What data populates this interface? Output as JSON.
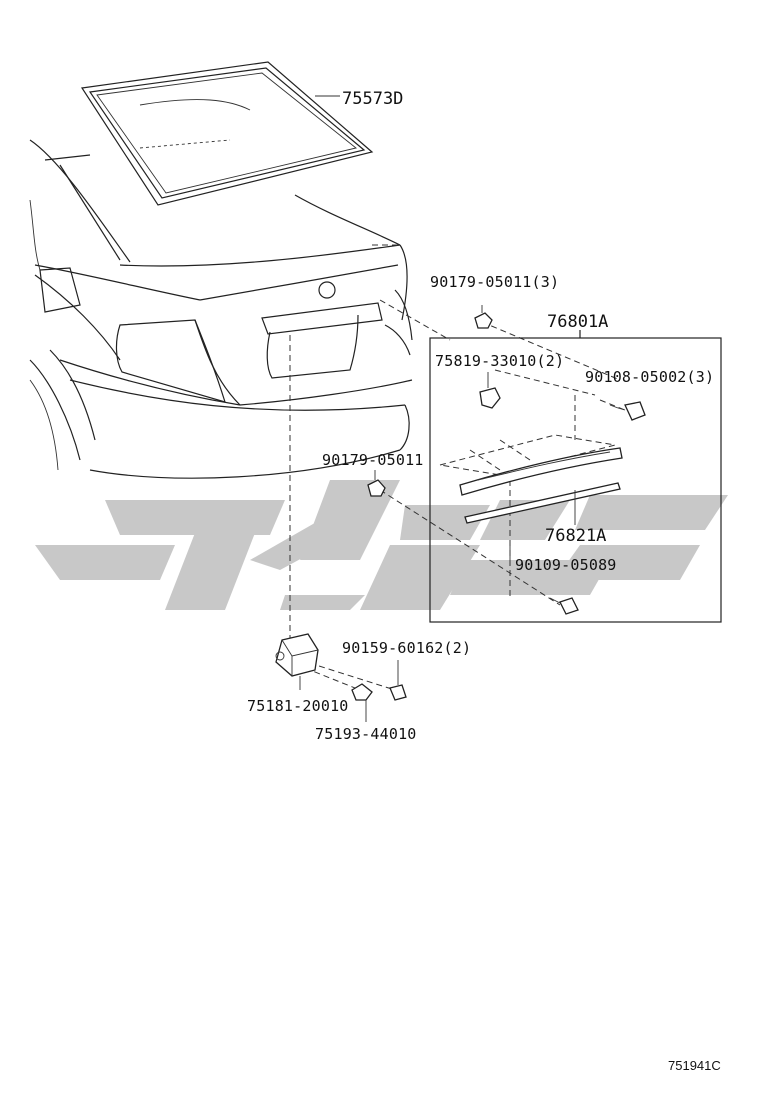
{
  "parts": {
    "p75573D": "75573D",
    "p90179_05011_3": "90179-05011(3)",
    "p76801A": "76801A",
    "p75819_33010_2": "75819-33010(2)",
    "p90108_05002_3": "90108-05002(3)",
    "p90179_05011": "90179-05011",
    "p76821A": "76821A",
    "p90109_05089": "90109-05089",
    "p90159_60162_2": "90159-60162(2)",
    "p75181_20010": "75181-20010",
    "p75193_44010": "75193-44010"
  },
  "figure_ref": "751941C",
  "colors": {
    "line": "#222222",
    "watermark": "#c8c8c8"
  }
}
